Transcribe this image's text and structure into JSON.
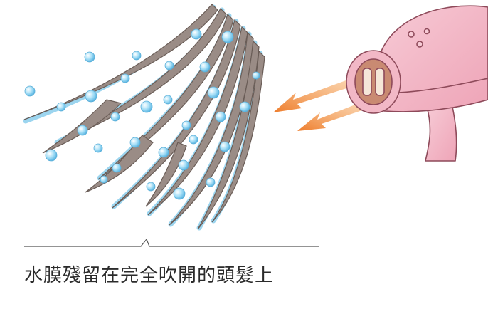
{
  "caption": "水膜殘留在完全吹開的頭髮上",
  "colors": {
    "hair": "#9a8c86",
    "hair_outline": "#6a5d57",
    "water_glow": "#7cc8ea",
    "droplet": "#8fd3f2",
    "dryer_body": "#f2b8c6",
    "dryer_outline": "#8e4a5a",
    "airflow": "#f08a3a",
    "line": "#555555"
  },
  "icons": [
    "hair-strands",
    "water-droplets",
    "hair-dryer",
    "airflow-arrows"
  ]
}
